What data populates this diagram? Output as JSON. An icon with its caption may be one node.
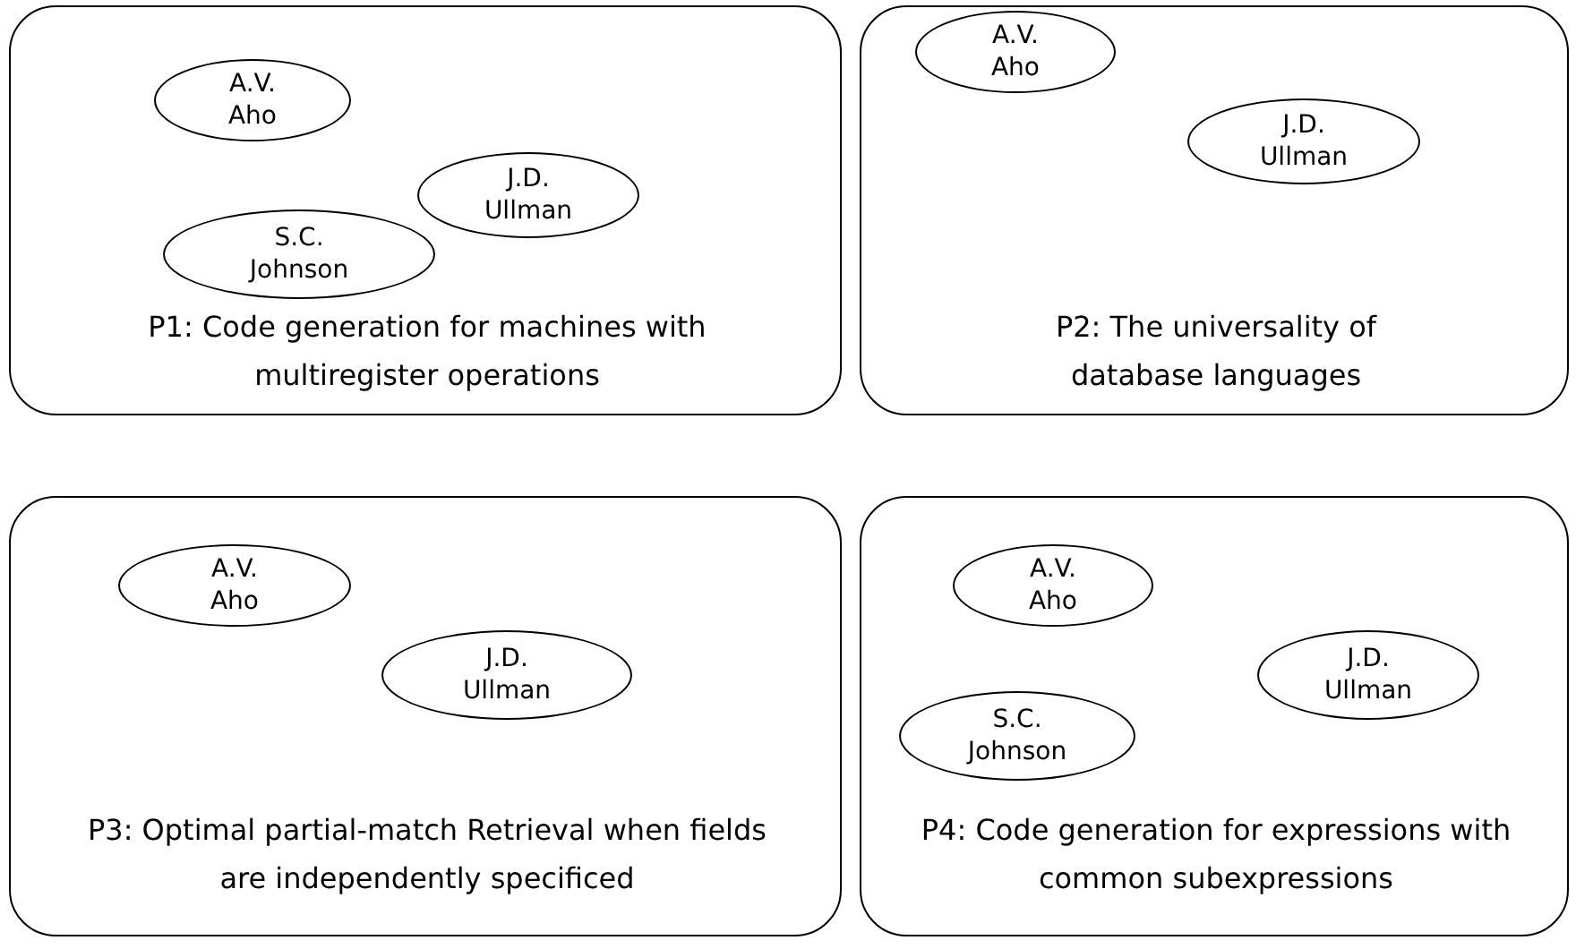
{
  "diagram": {
    "nodes": [
      {
        "text": [
          "P1: Code generation for machines with multiregister operations"
        ]
      },
      {
        "text": [
          "A.V. Aho"
        ],
        "in": 0
      },
      {
        "text": [
          "J.D. Ullman"
        ],
        "in": 0
      },
      {
        "text": [
          "S.C. Johnson"
        ],
        "in": 0
      },
      {
        "text": [
          "P2: The universality of database languages"
        ]
      },
      {
        "text": [
          "A.V. Aho"
        ],
        "in": 4
      },
      {
        "text": [
          "J.D. Ullman"
        ],
        "in": 4
      },
      {
        "text": [
          "P3: Optimal partial-match Retrieval when fields are independently specificed"
        ]
      },
      {
        "text": [
          "A.V. Aho"
        ],
        "in": 7
      },
      {
        "text": [
          "J.D. Ullman"
        ],
        "in": 7
      },
      {
        "text": [
          "P4: Code generation for expressions with common subexpressions"
        ]
      },
      {
        "text": [
          "A.V. Aho"
        ],
        "in": 10
      },
      {
        "text": [
          "J.D. Ullman"
        ],
        "in": 10
      },
      {
        "text": [
          "S.C. Johnson"
        ],
        "in": 10
      }
    ]
  }
}
